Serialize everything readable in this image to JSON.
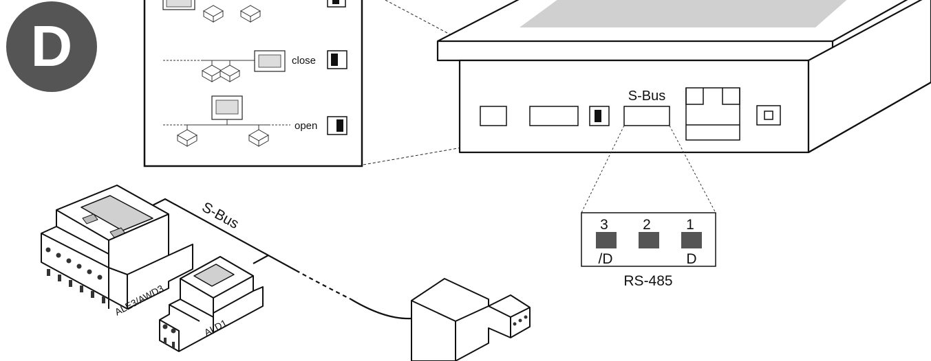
{
  "badge": {
    "letter": "D",
    "color": "#555555"
  },
  "inset": {
    "termination": {
      "close_label": "close",
      "open_label": "open"
    }
  },
  "controller": {
    "sbus_port_label": "S-Bus"
  },
  "rs485": {
    "pins": [
      {
        "number": "3",
        "signal": "/D"
      },
      {
        "number": "2",
        "signal": ""
      },
      {
        "number": "1",
        "signal": "D"
      }
    ],
    "caption": "RS-485"
  },
  "bus": {
    "label": "S-Bus"
  },
  "devices": {
    "meter_large": "ALE3/AWD3",
    "meter_small": "ALD1"
  }
}
